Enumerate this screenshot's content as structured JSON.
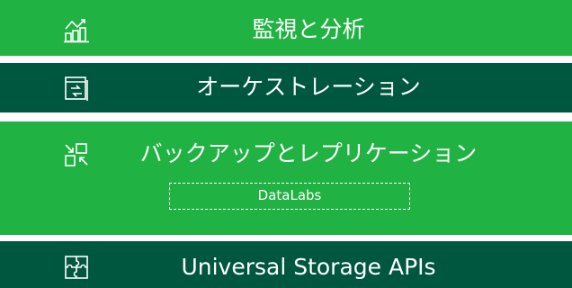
{
  "layers": [
    {
      "label": "監視と分析",
      "icon": "monitoring-chart-icon",
      "color": "#20b242"
    },
    {
      "label": "オーケストレーション",
      "icon": "orchestration-window-icon",
      "color": "#00573f"
    },
    {
      "label": "バックアップとレプリケーション",
      "icon": "backup-replication-arrows-icon",
      "color": "#20b242",
      "sublabel": "DataLabs"
    },
    {
      "label": "Universal Storage APIs",
      "icon": "puzzle-pieces-icon",
      "color": "#00573f"
    }
  ]
}
